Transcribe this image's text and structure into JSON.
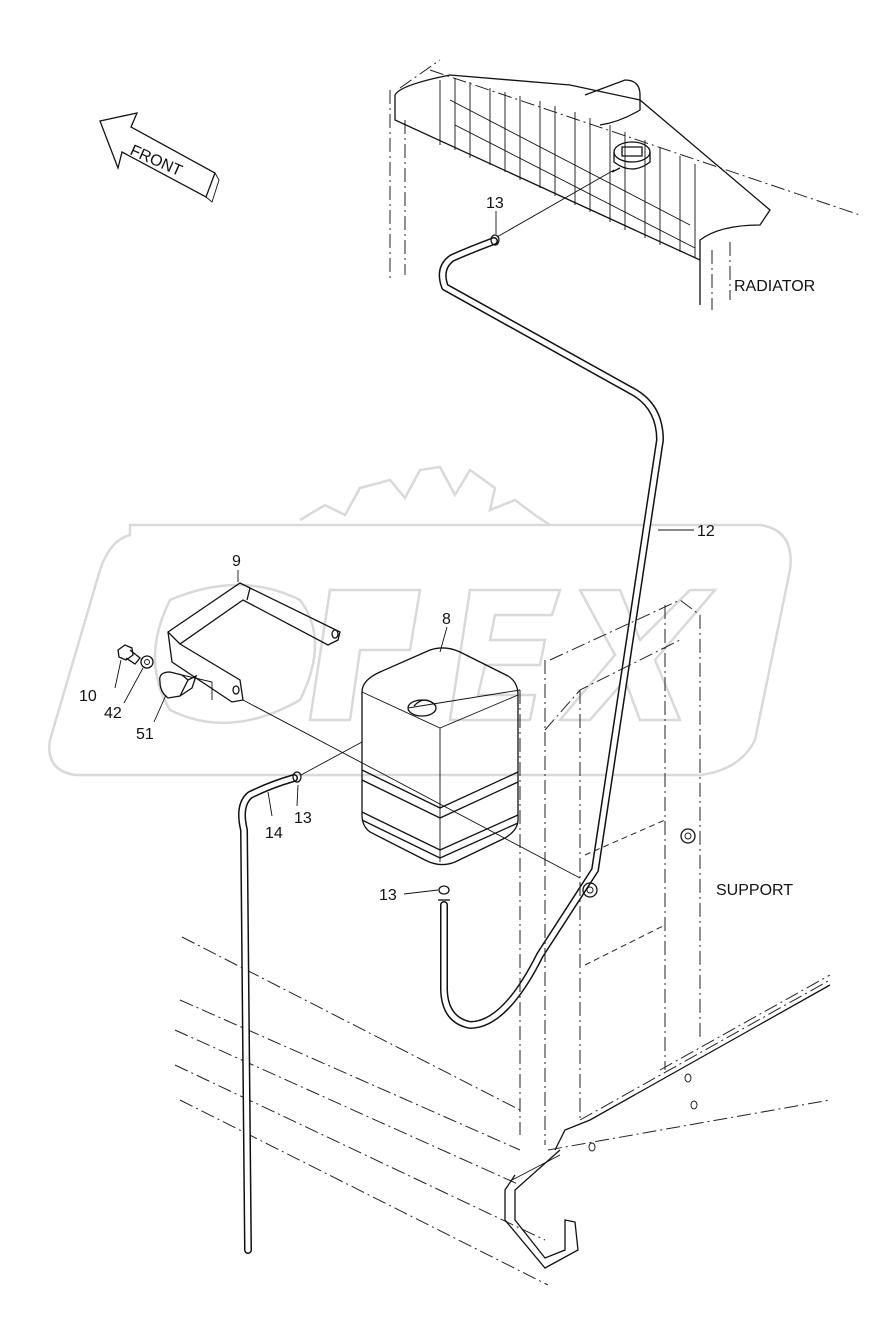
{
  "direction_arrow": {
    "label": "FRONT"
  },
  "components": {
    "radiator": "RADIATOR",
    "support": "SUPPORT"
  },
  "callouts": {
    "hose_upper_clamp": "13",
    "hose_overflow": "12",
    "bracket": "9",
    "tank": "8",
    "bolt": "10",
    "washer": "42",
    "clip": "51",
    "hose_lower_clamp": "13",
    "hose_drain": "14",
    "tank_outlet_clamp": "13"
  }
}
